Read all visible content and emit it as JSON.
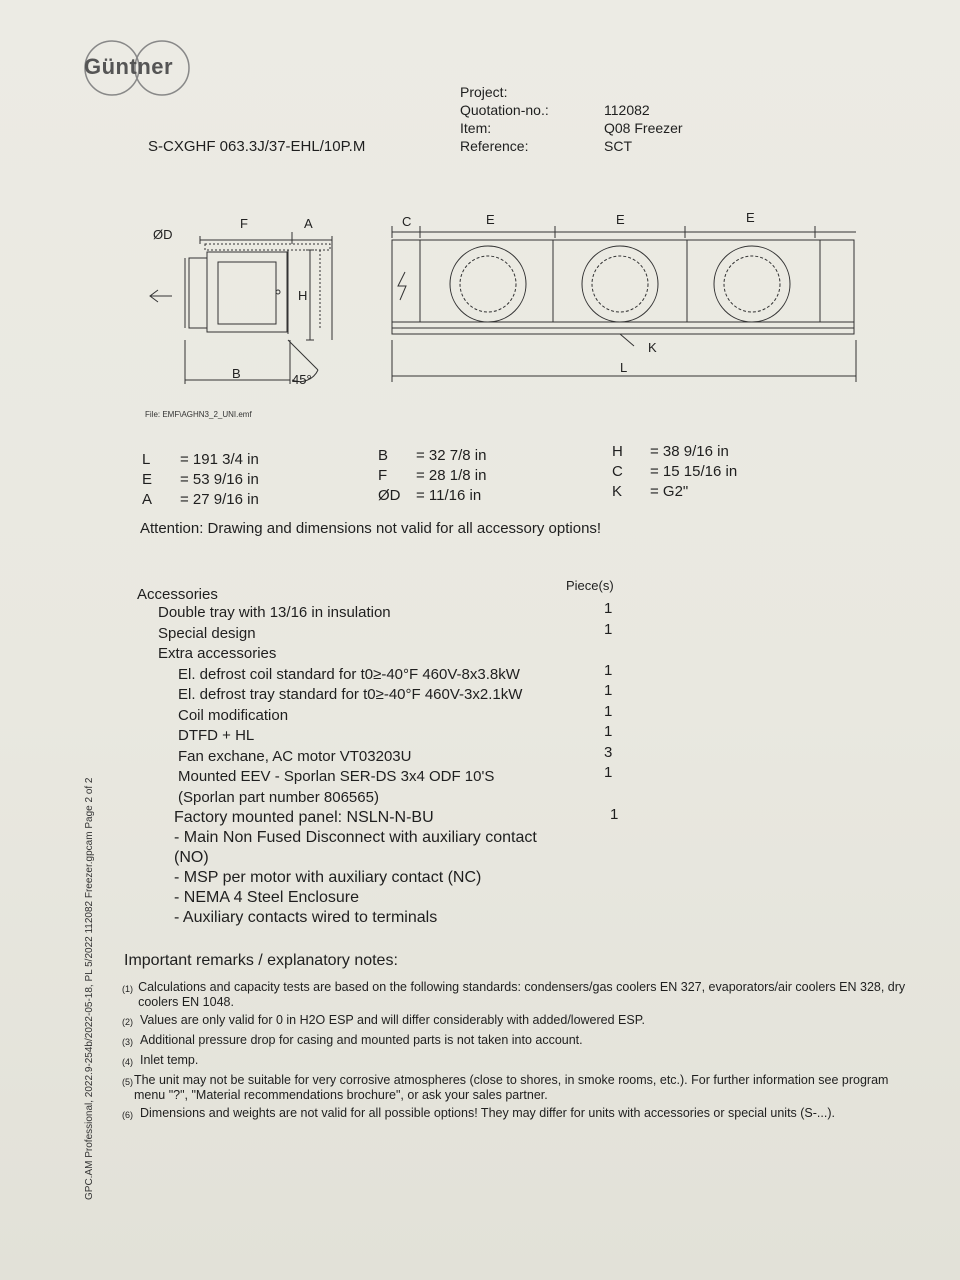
{
  "header": {
    "logo": "Güntner",
    "model": "S-CXGHF 063.3J/37-EHL/10P.M",
    "labels": [
      "Project:",
      "Quotation-no.:",
      "Item:",
      "Reference:"
    ],
    "values": [
      "112082",
      "Q08 Freezer",
      "SCT"
    ]
  },
  "drawing": {
    "labels": {
      "od": "ØD",
      "f": "F",
      "a": "A",
      "h": "H",
      "b": "B",
      "angle": "45°",
      "c": "C",
      "e": "E",
      "k": "K",
      "l": "L"
    },
    "file": "File: EMF\\AGHN3_2_UNI.emf"
  },
  "dimensions": [
    [
      {
        "k": "L",
        "v": "= 191 3/4 in"
      },
      {
        "k": "E",
        "v": "= 53 9/16 in"
      },
      {
        "k": "A",
        "v": "= 27 9/16 in"
      }
    ],
    [
      {
        "k": "B",
        "v": "=   32 7/8 in"
      },
      {
        "k": "F",
        "v": "=   28 1/8 in"
      },
      {
        "k": "ØD",
        "v": "=     11/16 in"
      }
    ],
    [
      {
        "k": "H",
        "v": "= 38 9/16 in"
      },
      {
        "k": "C",
        "v": "= 15 15/16 in"
      },
      {
        "k": "K",
        "v": "=       G2\""
      }
    ]
  ],
  "attention": "Attention: Drawing and dimensions not valid for all accessory options!",
  "accessories": {
    "heading": "Accessories",
    "pieces_heading": "Piece(s)",
    "items": [
      {
        "label": "Double tray with 13/16 in insulation",
        "indent": 0,
        "qty": "1"
      },
      {
        "label": "Special design",
        "indent": 0,
        "qty": "1"
      },
      {
        "label": "Extra accessories",
        "indent": 0,
        "qty": ""
      },
      {
        "label": "El. defrost coil standard for t0≥-40°F 460V-8x3.8kW",
        "indent": 1,
        "qty": "1"
      },
      {
        "label": "El. defrost tray standard for t0≥-40°F 460V-3x2.1kW",
        "indent": 1,
        "qty": "1"
      },
      {
        "label": "Coil modification",
        "indent": 1,
        "qty": "1"
      },
      {
        "label": "DTFD + HL",
        "indent": 1,
        "qty": "1"
      },
      {
        "label": "Fan exchane, AC motor VT03203U",
        "indent": 1,
        "qty": "3"
      },
      {
        "label": "Mounted EEV - Sporlan SER-DS 3x4 ODF 10'S",
        "indent": 1,
        "qty": "1"
      },
      {
        "label": "(Sporlan part number 806565)",
        "indent": 1,
        "qty": ""
      }
    ],
    "panel": {
      "label": "Factory mounted panel: NSLN-N-BU",
      "qty": "1",
      "lines": [
        "- Main Non Fused Disconnect with auxiliary contact",
        "(NO)",
        "- MSP per motor with auxiliary contact (NC)",
        "- NEMA 4 Steel Enclosure",
        "- Auxiliary contacts wired to terminals"
      ]
    }
  },
  "remarks": {
    "title": "Important remarks / explanatory notes:",
    "items": [
      {
        "n": "(1)",
        "t": "Calculations and capacity tests are based on the following standards: condensers/gas coolers EN 327, evaporators/air coolers EN 328, dry coolers EN 1048."
      },
      {
        "n": "(2)",
        "t": "Values are only valid for 0 in H2O ESP and will differ considerably with added/lowered ESP."
      },
      {
        "n": "(3)",
        "t": "Additional pressure drop for casing and mounted parts is not taken into account."
      },
      {
        "n": "(4)",
        "t": "Inlet temp."
      },
      {
        "n": "(5)",
        "t": "The unit may not be suitable for very corrosive atmospheres (close to shores, in smoke rooms, etc.). For further information see program menu \"?\", \"Material recommendations brochure\", or ask your sales partner."
      },
      {
        "n": "(6)",
        "t": "Dimensions and weights are not valid for all possible options! They may differ for units with accessories or special units (S-...)."
      }
    ]
  },
  "side_text": "GPC.AM Professional, 2022.9-254b/2022-05-18, PL 5/2022     112082 Freezer.gpcam       Page 2 of 2"
}
